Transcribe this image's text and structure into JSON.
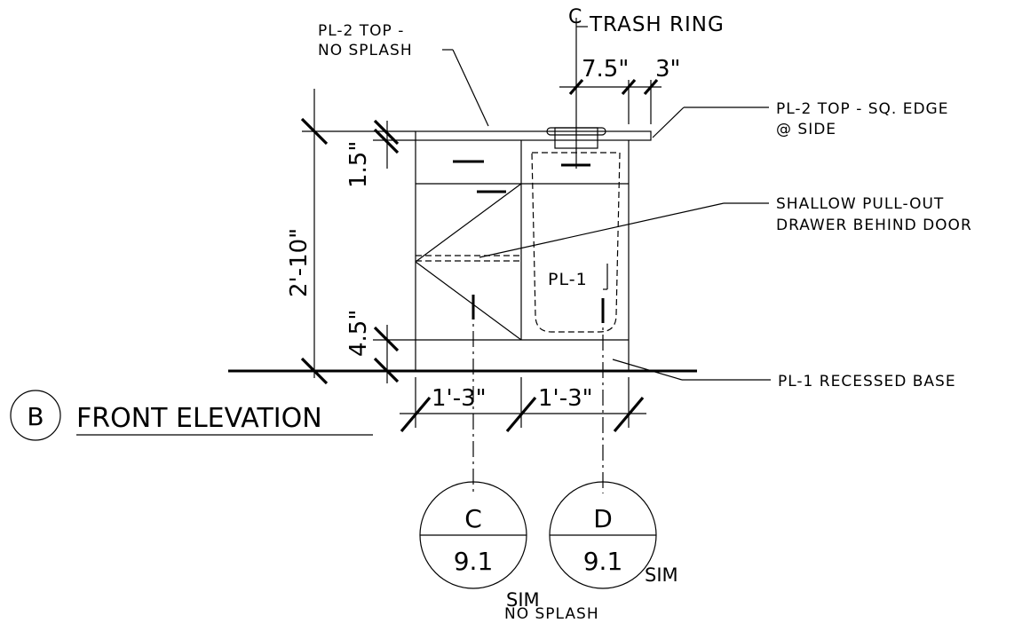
{
  "title": {
    "tag": "B",
    "text": "FRONT ELEVATION"
  },
  "labels": {
    "top_no_splash_1": "PL-2 TOP -",
    "top_no_splash_2": "NO SPLASH",
    "trash_ring": "TRASH RING",
    "centerline_symbol": "CL",
    "top_sq_edge_1": "PL-2 TOP - SQ. EDGE",
    "top_sq_edge_2": "@ SIDE",
    "drawer_1": "SHALLOW PULL-OUT",
    "drawer_2": "DRAWER BEHIND DOOR",
    "pl1": "PL-1",
    "recessed_base": "PL-1 RECESSED BASE"
  },
  "dimensions": {
    "ring_offset": "7.5\"",
    "ring_edge": "3\"",
    "overall_height": "2'-10\"",
    "top_thickness": "1.5\"",
    "base_height": "4.5\"",
    "left_width": "1'-3\"",
    "right_width": "1'-3\""
  },
  "section_refs": [
    {
      "letter": "C",
      "sheet": "9.1",
      "note": "SIM"
    },
    {
      "letter": "D",
      "sheet": "9.1",
      "note": "SIM"
    }
  ],
  "bottom_note": "NO SPLASH"
}
